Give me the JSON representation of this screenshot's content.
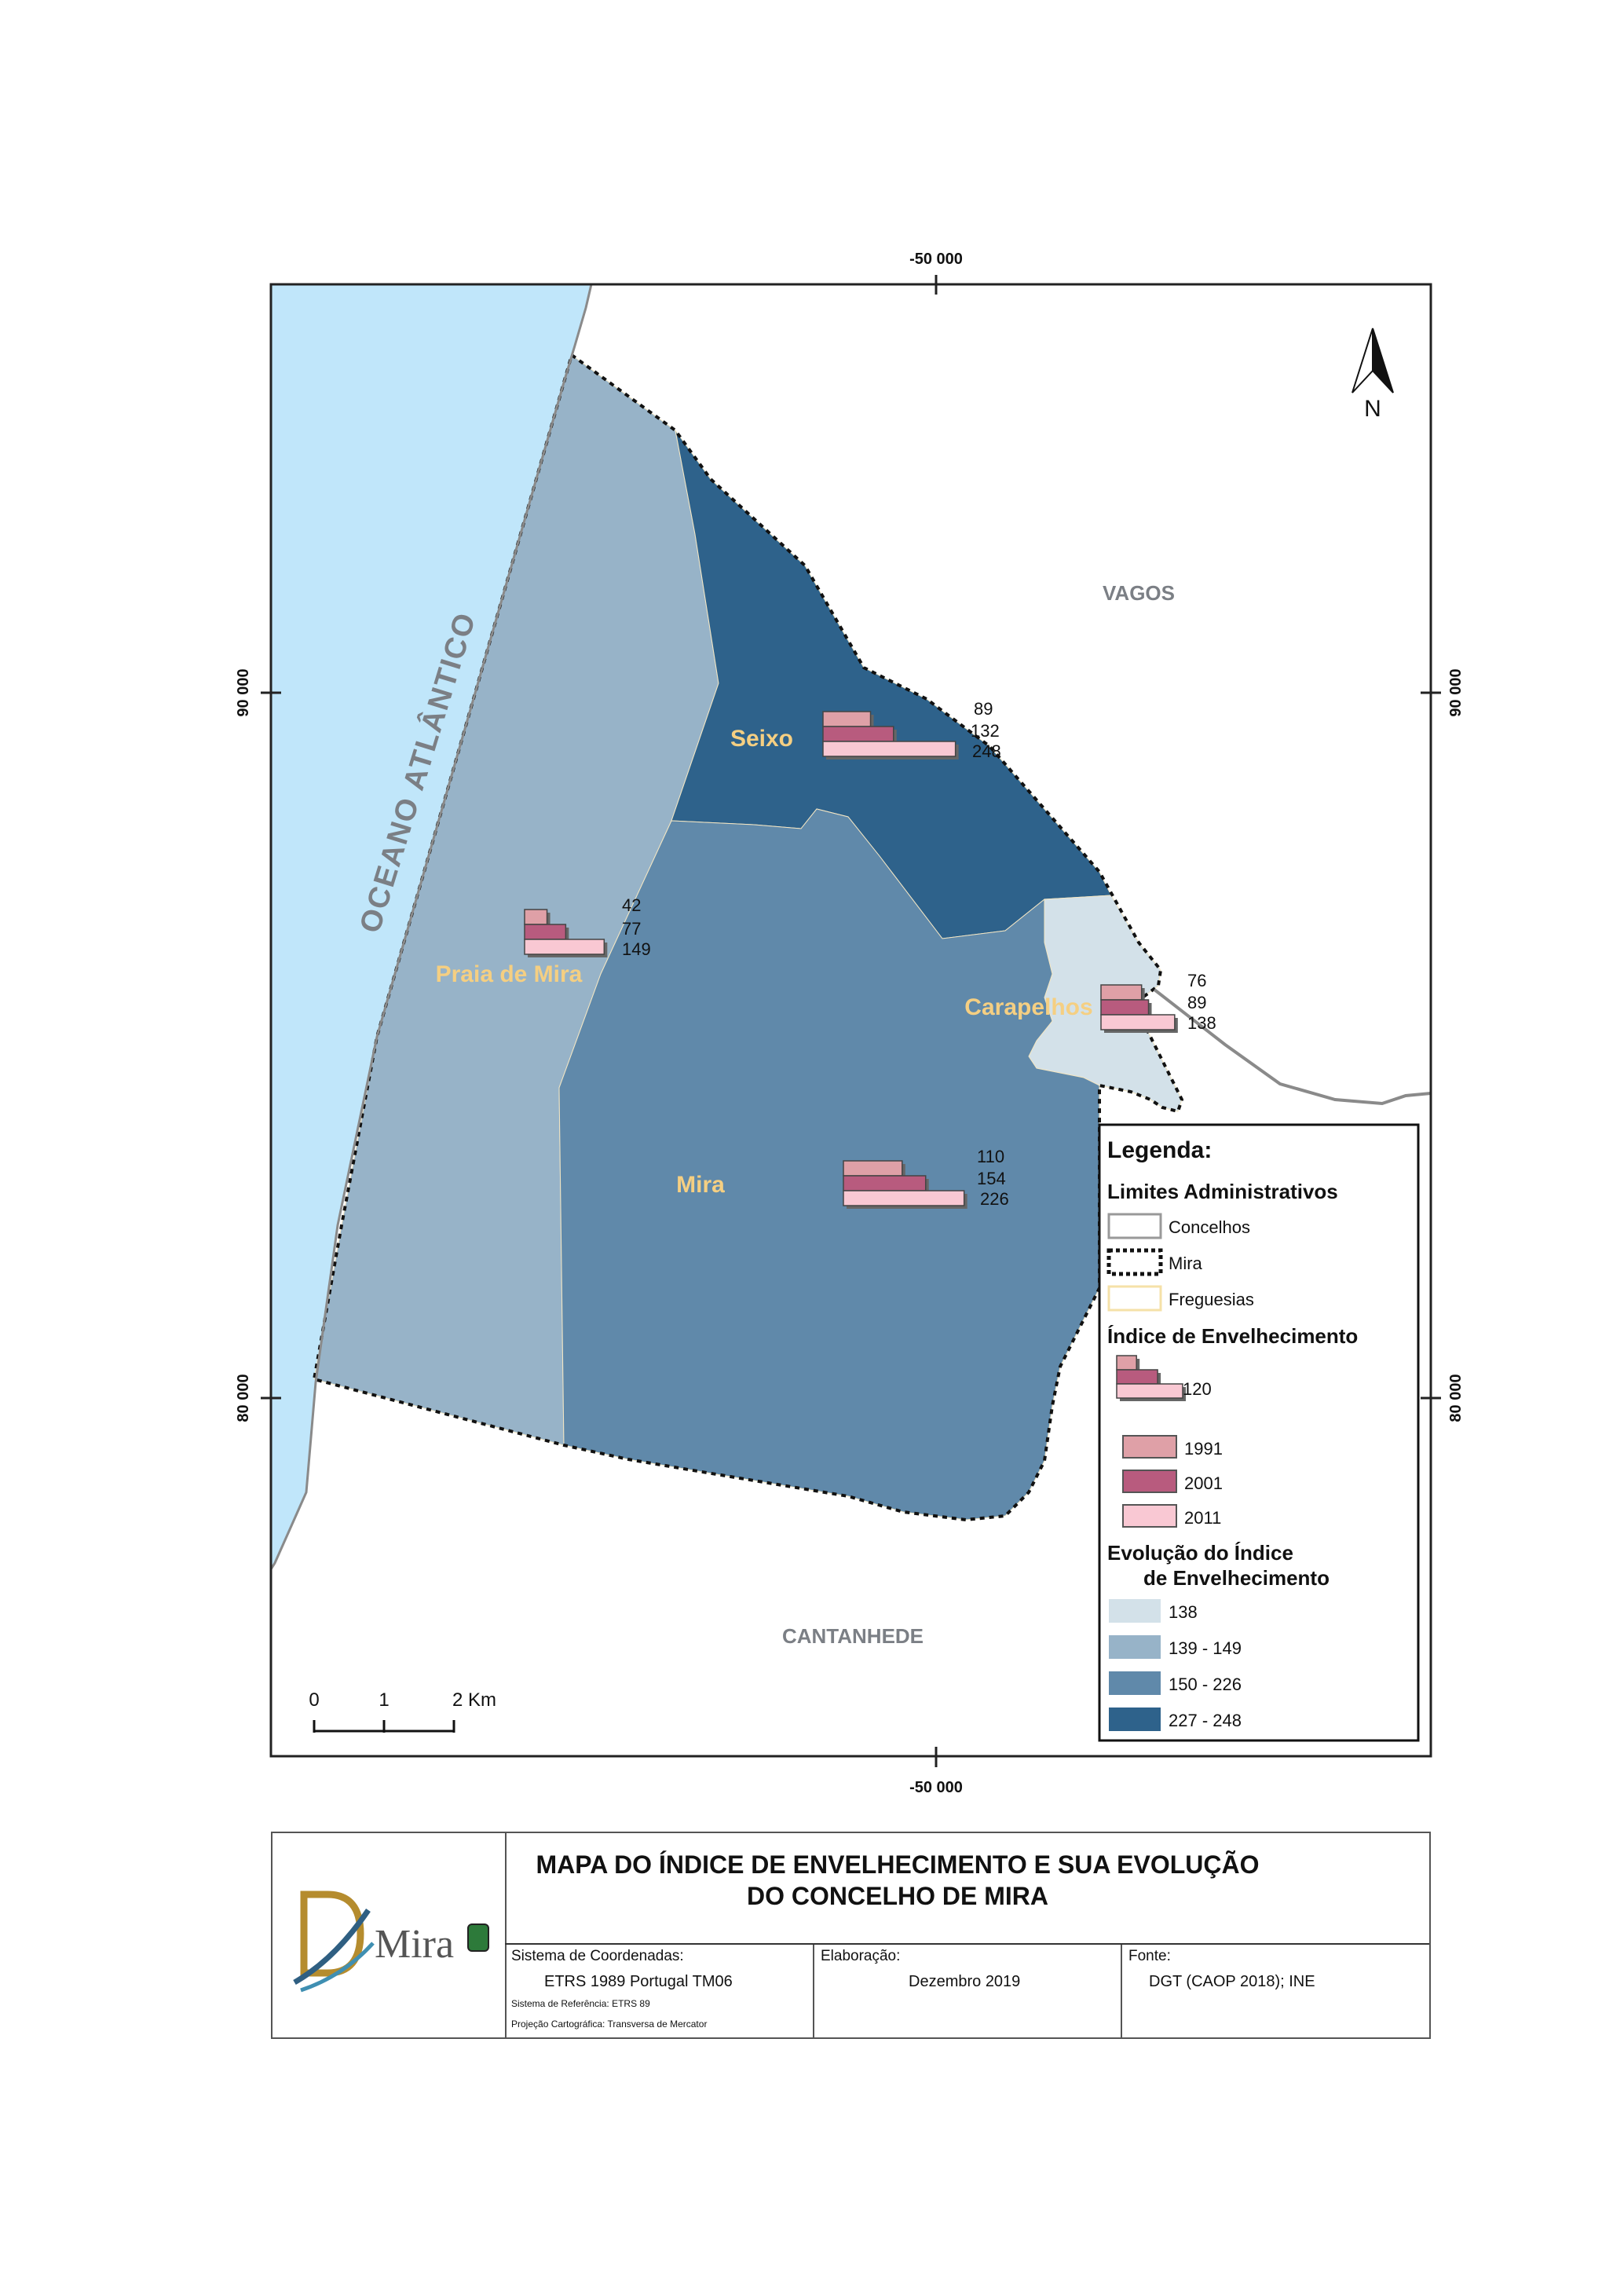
{
  "map": {
    "north_label": "N",
    "grid": {
      "x_top": "-50 000",
      "x_bottom": "-50 000",
      "y_upper_left": "90 000",
      "y_upper_right": "90 000",
      "y_lower_left": "80 000",
      "y_lower_right": "80 000"
    },
    "ocean_label": "OCEANO ATLÂNTICO",
    "neighbors": {
      "vagos": "VAGOS",
      "cantanhede": "CANTANHEDE"
    },
    "scale": {
      "t0": "0",
      "t1": "1",
      "t2": "2 Km"
    },
    "parishes": [
      {
        "name": "Seixo",
        "class": "227 - 248",
        "color": "#2e628b",
        "values": [
          "89",
          "132",
          "248"
        ],
        "v1991": 89,
        "v2001": 132,
        "v2011": 248
      },
      {
        "name": "Praia de Mira",
        "class": "139 - 149",
        "color": "#97b3c8",
        "values": [
          "42",
          "77",
          "149"
        ],
        "v1991": 42,
        "v2001": 77,
        "v2011": 149
      },
      {
        "name": "Carapelhos",
        "class": "138",
        "color": "#d3e1e9",
        "values": [
          "76",
          "89",
          "138"
        ],
        "v1991": 76,
        "v2001": 89,
        "v2011": 138
      },
      {
        "name": "Mira",
        "class": "150 - 226",
        "color": "#6089aa",
        "values": [
          "110",
          "154",
          "226"
        ],
        "v1991": 110,
        "v2001": 154,
        "v2011": 226
      }
    ],
    "colors": {
      "ocean": "#c0e6fa",
      "bar_1991": "#dfa0a7",
      "bar_2001": "#b85b7e",
      "bar_2011": "#f9c8d3",
      "label": "#f5cf82"
    }
  },
  "legend": {
    "title": "Legenda:",
    "admin_title": "Limites Administrativos",
    "concelhos": "Concelhos",
    "mira": "Mira",
    "freguesias": "Freguesias",
    "index_title": "Índice de Envelhecimento",
    "sample_value": "120",
    "year_1991": "1991",
    "year_2001": "2001",
    "year_2011": "2011",
    "evolution_title_1": "Evolução do Índice",
    "evolution_title_2": "de Envelhecimento",
    "classes": [
      {
        "label": "138",
        "color": "#d3e1e9"
      },
      {
        "label": "139 - 149",
        "color": "#97b3c8"
      },
      {
        "label": "150 - 226",
        "color": "#6089aa"
      },
      {
        "label": "227 - 248",
        "color": "#2e628b"
      }
    ]
  },
  "titlebox": {
    "title_line1": "MAPA DO ÍNDICE DE ENVELHECIMENTO E SUA EVOLUÇÃO",
    "title_line2": "DO CONCELHO DE MIRA",
    "logo_text": "Mira",
    "coords_header": "Sistema de Coordenadas:",
    "coords_value": "ETRS 1989 Portugal TM06",
    "ref_system": "Sistema de Referência: ETRS 89",
    "projection": "Projeção Cartográfica: Transversa de Mercator",
    "elab_header": "Elaboração:",
    "elab_value": "Dezembro 2019",
    "source_header": "Fonte:",
    "source_value": "DGT (CAOP 2018); INE"
  }
}
